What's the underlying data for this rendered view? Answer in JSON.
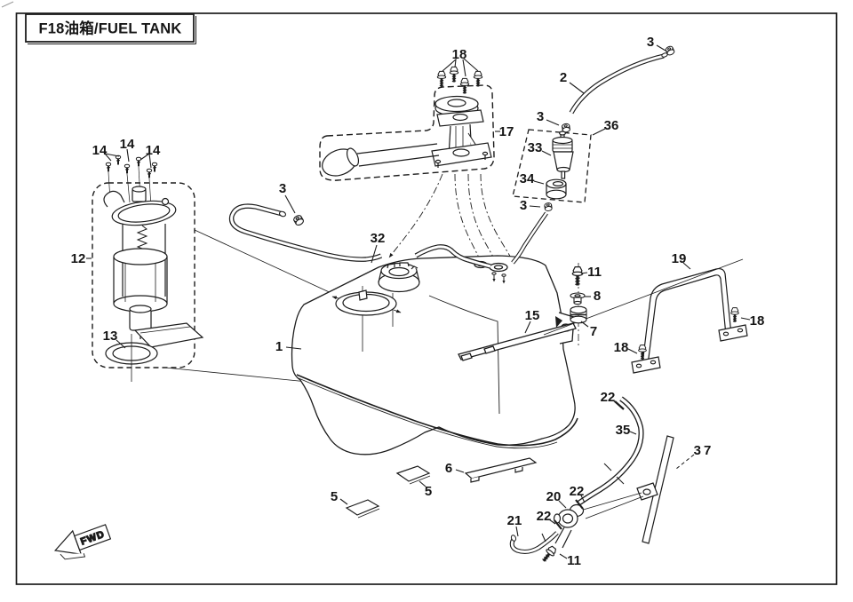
{
  "title": "F18油箱/FUEL TANK",
  "direction_marker": "FWD",
  "parts": {
    "tank": "1",
    "vent_hose": "2",
    "clamp": "3",
    "pad": "5",
    "heat_shield": "6",
    "rubber_mount": "7",
    "washer": "8",
    "bolt": "11",
    "fuel_pump": "12",
    "o_ring": "13",
    "screw": "14",
    "mount_strip": "15",
    "filler_bracket": "17",
    "flange_bolt": "18",
    "support_bar": "19",
    "valve": "20",
    "drain_hose": "21",
    "hose_clamp": "22",
    "filler_hose": "32",
    "fuel_filter": "33",
    "filter_sleeve": "34",
    "outlet_hose": "35",
    "filter_assembly": "36",
    "rod": "37"
  }
}
